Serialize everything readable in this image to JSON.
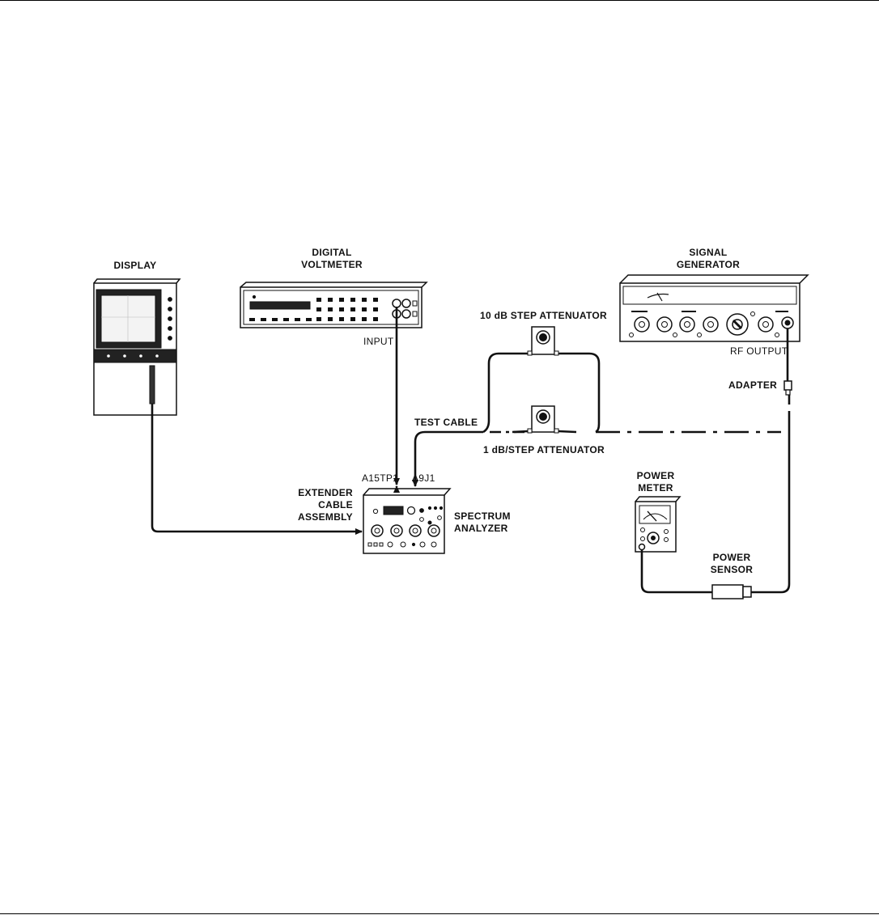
{
  "labels": {
    "display": "DISPLAY",
    "dvm_1": "DIGITAL",
    "dvm_2": "VOLTMETER",
    "siggen_1": "SIGNAL",
    "siggen_2": "GENERATOR",
    "step_atten_10db": "10 dB STEP ATTENUATOR",
    "input": "INPUT",
    "rf_output": "RF OUTPUT",
    "adapter": "ADAPTER",
    "test_cable": "TEST CABLE",
    "step_atten_1db": "1 dB/STEP ATTENUATOR",
    "a15tp1": "A15TP1",
    "a9j1": "A9J1",
    "extender_1": "EXTENDER",
    "extender_2": "CABLE",
    "extender_3": "ASSEMBLY",
    "spectrum_1": "SPECTRUM",
    "spectrum_2": "ANALYZER",
    "power_meter_1": "POWER",
    "power_meter_2": "METER",
    "power_sensor_1": "POWER",
    "power_sensor_2": "SENSOR"
  }
}
